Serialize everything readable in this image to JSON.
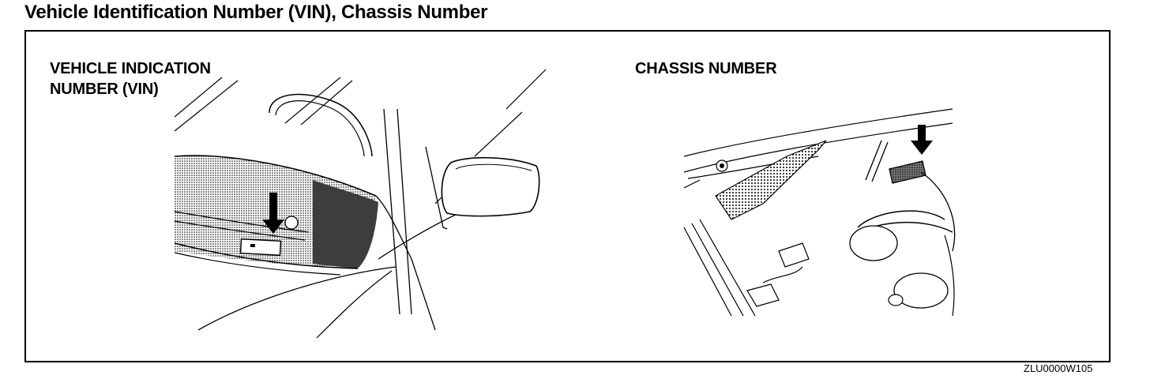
{
  "page": {
    "title": "Vehicle Identification Number (VIN), Chassis Number",
    "figure_code": "ZLU0000W105"
  },
  "panels": {
    "vin": {
      "label_line1": "VEHICLE INDICATION",
      "label_line2": "NUMBER (VIN)",
      "illustration_icon": "windshield-mirror-vin-plate-drawing"
    },
    "chassis": {
      "label": "CHASSIS NUMBER",
      "illustration_icon": "engine-bay-cowl-chassis-plate-drawing"
    }
  },
  "colors": {
    "ink": "#000000",
    "paper": "#ffffff",
    "shading": "#9a9a9a"
  }
}
